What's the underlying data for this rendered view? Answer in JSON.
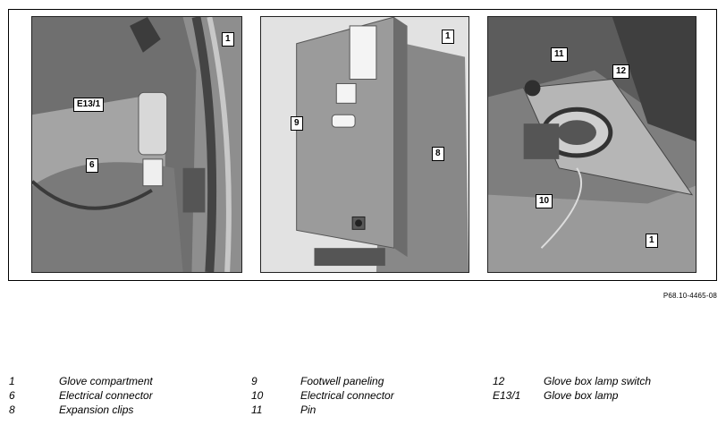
{
  "figure": {
    "panel1_labels": {
      "a": "1",
      "b": "E13/1",
      "c": "6"
    },
    "panel2_labels": {
      "a": "1",
      "b": "9",
      "c": "8"
    },
    "panel3_labels": {
      "a": "11",
      "b": "12",
      "c": "10",
      "d": "1"
    },
    "reference": "P68.10-4465-08"
  },
  "legend": {
    "columns": [
      [
        {
          "num": "1",
          "text": "Glove compartment"
        },
        {
          "num": "6",
          "text": "Electrical connector"
        },
        {
          "num": "8",
          "text": "Expansion clips"
        }
      ],
      [
        {
          "num": "9",
          "text": "Footwell paneling"
        },
        {
          "num": "10",
          "text": "Electrical connector"
        },
        {
          "num": "11",
          "text": "Pin"
        }
      ],
      [
        {
          "num": "12",
          "text": "Glove box lamp switch"
        },
        {
          "num": "E13/1",
          "text": "Glove box lamp"
        }
      ]
    ]
  }
}
